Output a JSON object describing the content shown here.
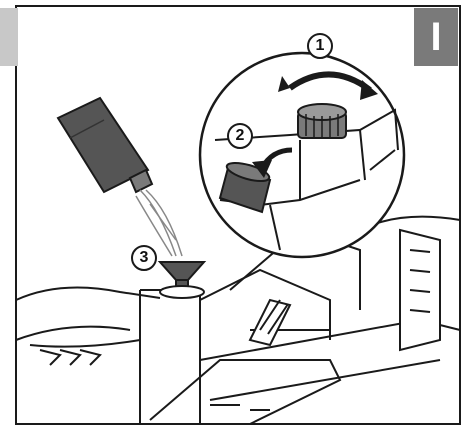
{
  "figure": {
    "tab_label": "I",
    "steps": [
      {
        "number": "1",
        "label": "1"
      },
      {
        "number": "2",
        "label": "2"
      },
      {
        "number": "3",
        "label": "3"
      }
    ],
    "icons": [
      "oil-bottle-icon",
      "fuel-cap-icon",
      "funnel-icon",
      "rotate-arrow-icon"
    ],
    "colors": {
      "tab_background": "#7a7a7a",
      "line_art": "#1a1a1a",
      "dark_part": "#555555"
    }
  }
}
